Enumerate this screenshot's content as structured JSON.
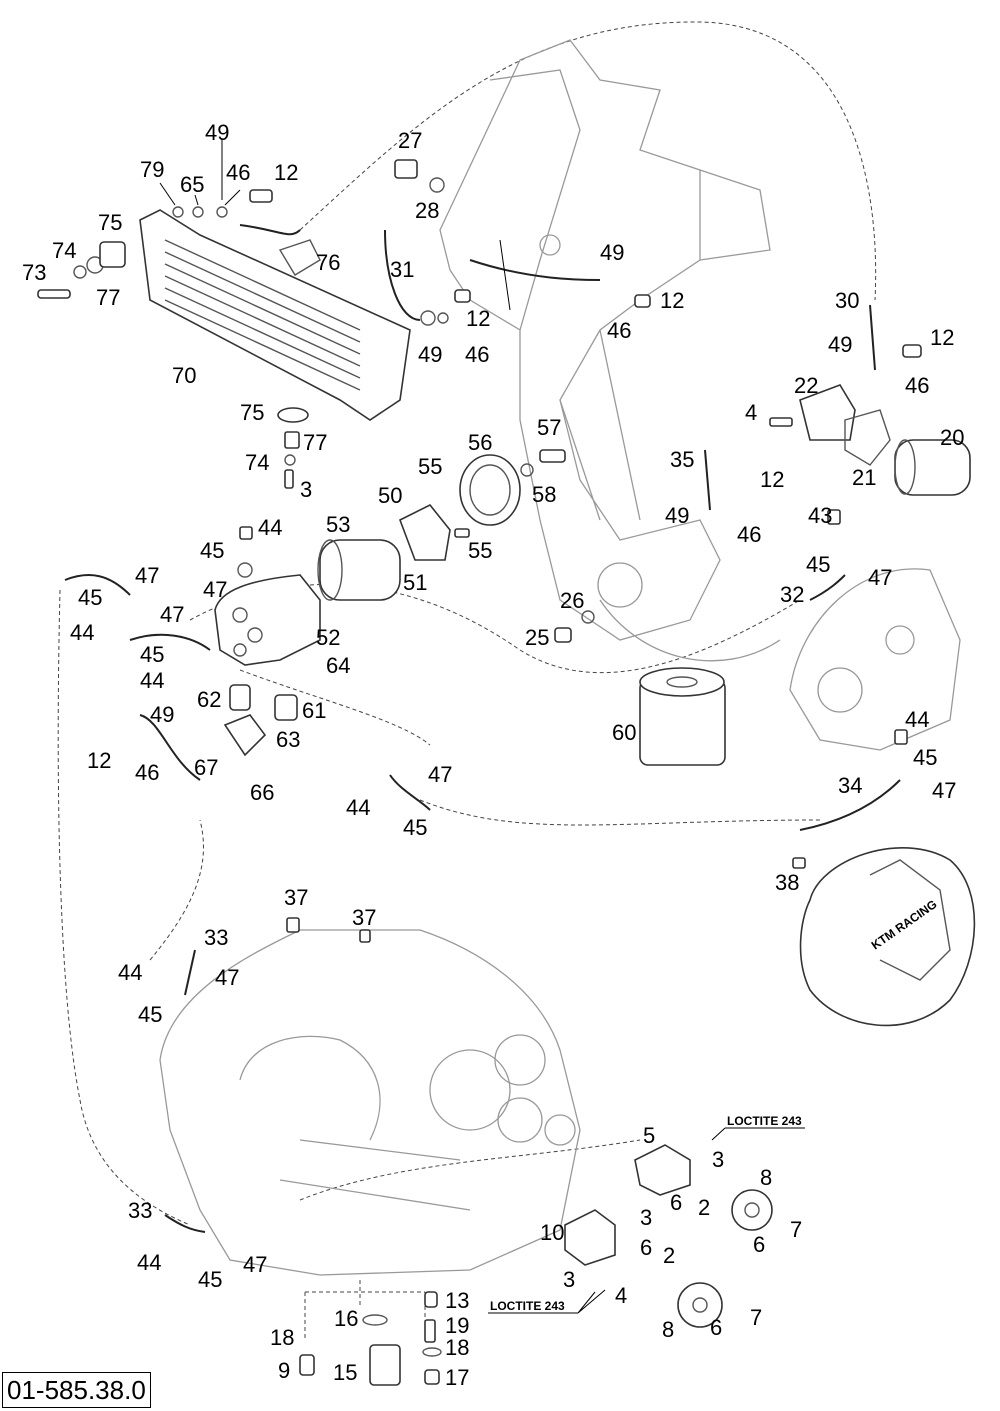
{
  "document_number": "01-585.38.0",
  "annotations": {
    "loctite_top": "LOCTITE 243",
    "loctite_bottom": "LOCTITE 243"
  },
  "callouts": [
    "2",
    "3",
    "4",
    "5",
    "6",
    "7",
    "8",
    "9",
    "10",
    "12",
    "13",
    "15",
    "16",
    "17",
    "18",
    "19",
    "20",
    "21",
    "22",
    "25",
    "26",
    "27",
    "28",
    "30",
    "31",
    "32",
    "33",
    "34",
    "35",
    "37",
    "38",
    "43",
    "44",
    "45",
    "46",
    "47",
    "49",
    "50",
    "51",
    "52",
    "53",
    "55",
    "56",
    "57",
    "58",
    "60",
    "61",
    "62",
    "63",
    "64",
    "65",
    "66",
    "67",
    "70",
    "73",
    "74",
    "75",
    "76",
    "77",
    "79"
  ]
}
